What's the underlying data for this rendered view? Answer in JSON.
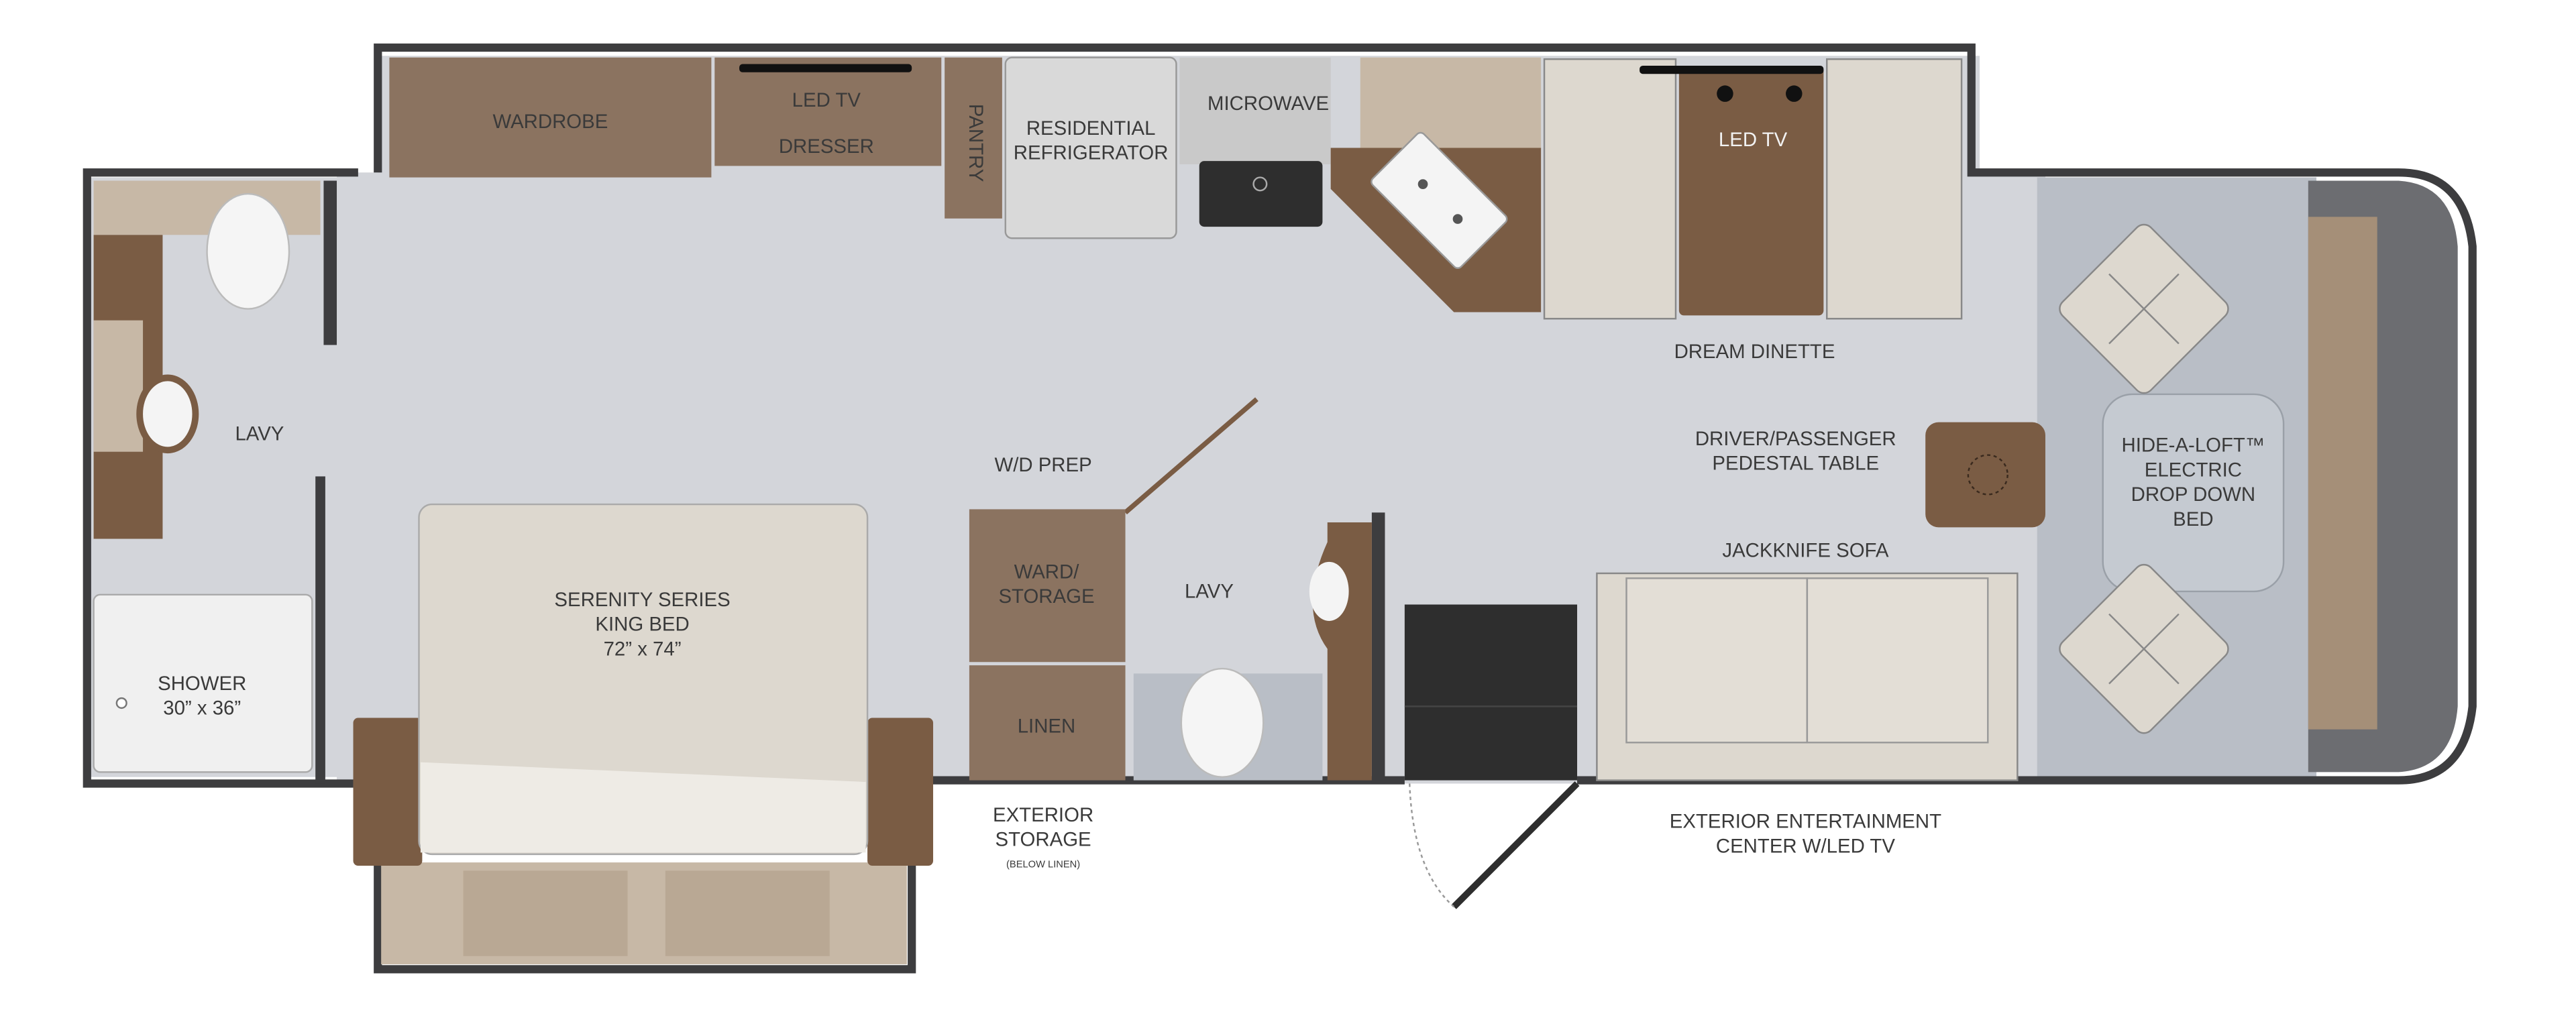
{
  "floorplan": {
    "labels": {
      "wardrobe": "WARDROBE",
      "led_tv_dresser_1": "LED TV",
      "led_tv_dresser_2": "DRESSER",
      "pantry": "PANTRY",
      "refrigerator_1": "RESIDENTIAL",
      "refrigerator_2": "REFRIGERATOR",
      "microwave": "MICROWAVE",
      "dinette_tv": "LED TV",
      "dream_dinette": "DREAM DINETTE",
      "rear_lavy": "LAVY",
      "shower_1": "SHOWER",
      "shower_2": "30” x 36”",
      "bed_1": "SERENITY SERIES",
      "bed_2": "KING BED",
      "bed_3": "72” x 74”",
      "wd_prep": "W/D PREP",
      "ward_storage_1": "WARD/",
      "ward_storage_2": "STORAGE",
      "linen": "LINEN",
      "mid_lavy": "LAVY",
      "ext_storage_1": "EXTERIOR",
      "ext_storage_2": "STORAGE",
      "ext_storage_3": "(BELOW LINEN)",
      "pedestal_1": "DRIVER/PASSENGER",
      "pedestal_2": "PEDESTAL TABLE",
      "sofa": "JACKKNIFE SOFA",
      "loft_1": "HIDE-A-LOFT™",
      "loft_2": "ELECTRIC",
      "loft_3": "DROP DOWN",
      "loft_4": "BED",
      "ext_ent_1": "EXTERIOR ENTERTAINMENT",
      "ext_ent_2": "CENTER W/LED TV"
    },
    "colors": {
      "floor": "#d3d5da",
      "wall": "#3d3d3f",
      "cabinet": "#8b7360",
      "dark_wood": "#7a5c44",
      "upholstery": "#ddd8cf",
      "beige": "#c7b8a6",
      "cab_floor": "#b9bec6"
    }
  }
}
